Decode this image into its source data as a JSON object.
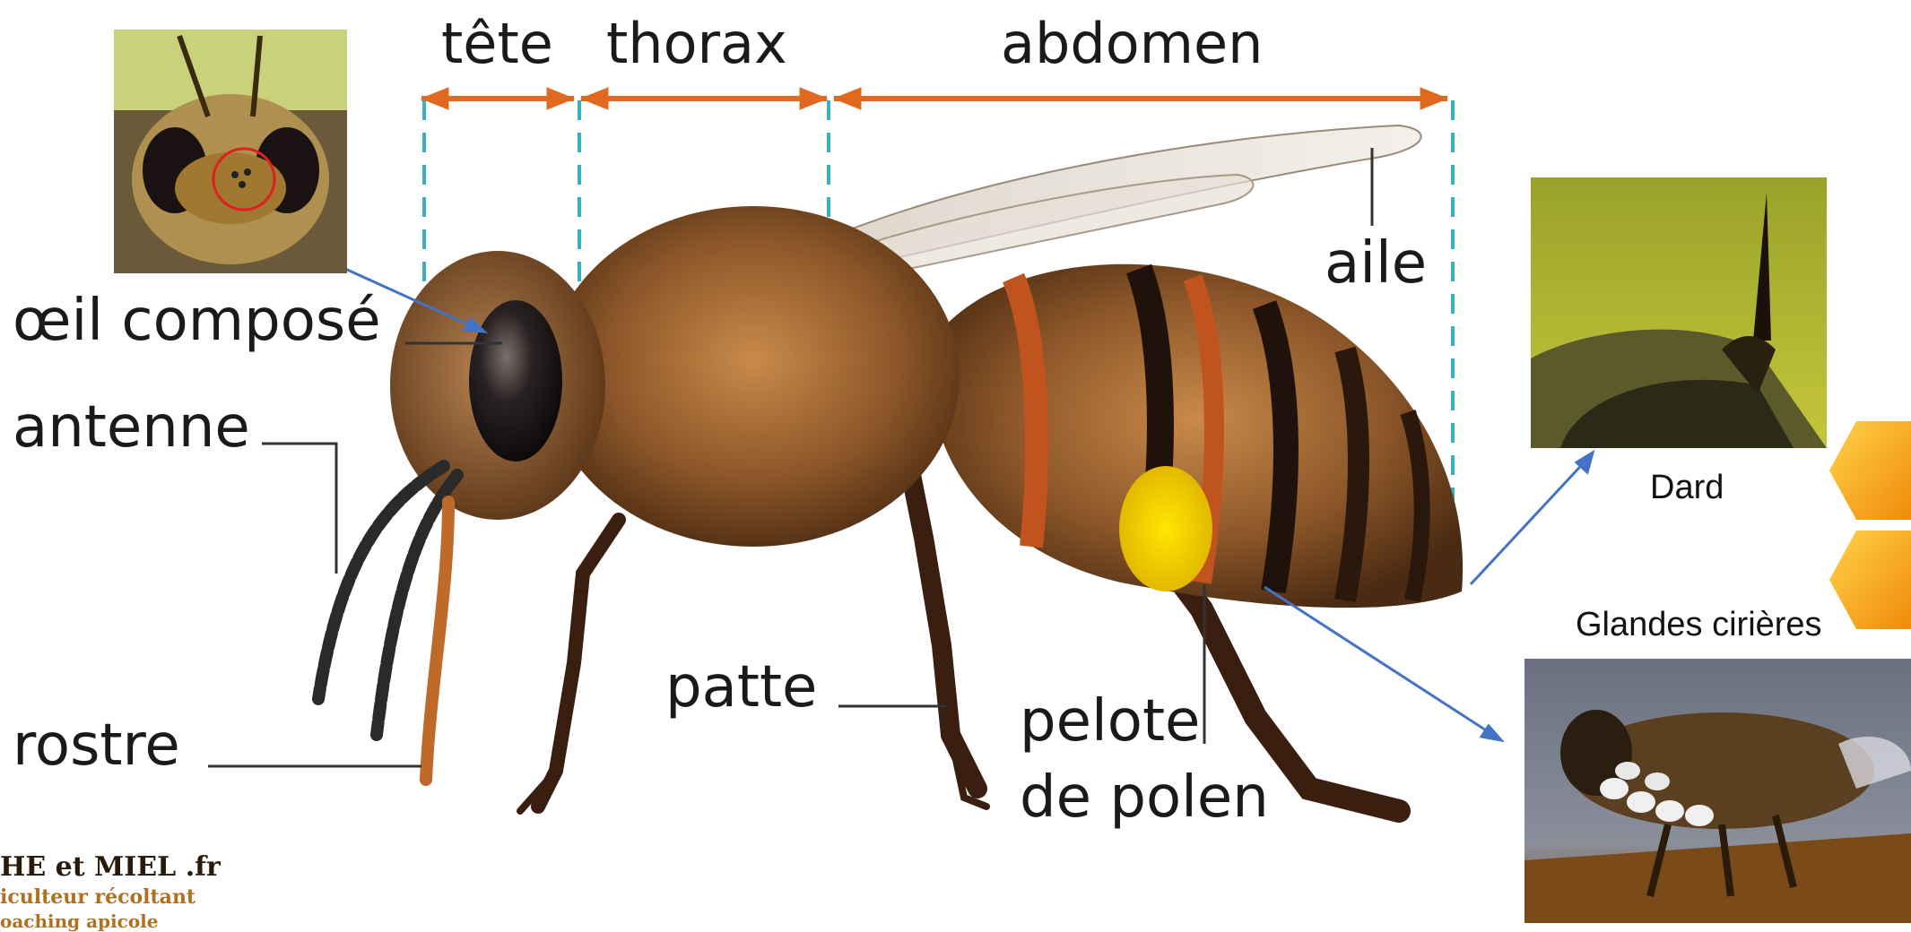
{
  "segments": {
    "tete": "tête",
    "thorax": "thorax",
    "abdomen": "abdomen"
  },
  "labels": {
    "aile": "aile",
    "oeil": "œil composé",
    "antenne": "antenne",
    "rostre": "rostre",
    "patte": "patte",
    "pelote_line1": "pelote",
    "pelote_line2": "de polen"
  },
  "insets": {
    "dard": "Dard",
    "glandes": "Glandes cirières"
  },
  "brand": {
    "line1": "HE et MIEL .fr",
    "line2": "iculteur récoltant",
    "line3": "oaching apicole"
  },
  "colors": {
    "arrow": "#e0691f",
    "guide": "#3bb0c4",
    "pointer": "#4472c4",
    "honey": "#f5a81c"
  }
}
